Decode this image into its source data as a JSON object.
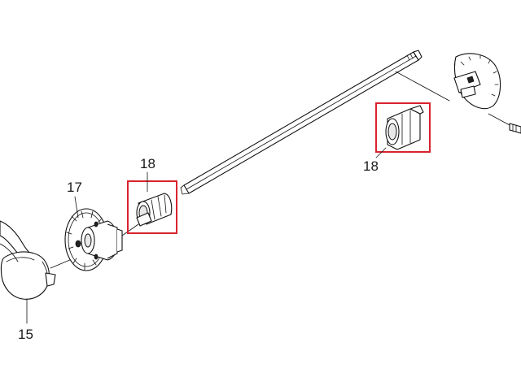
{
  "labels": {
    "part_15": "15",
    "part_17": "17",
    "part_18_left": "18",
    "part_18_right": "18"
  },
  "colors": {
    "highlight": "#d9232e",
    "ink": "#111111",
    "background": "#ffffff"
  }
}
